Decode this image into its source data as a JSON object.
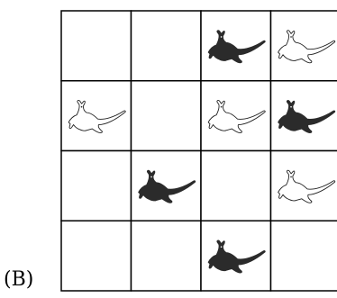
{
  "figure_label": "(B)",
  "grid": {
    "rows": 4,
    "cols": 4,
    "cells": [
      [
        "empty",
        "empty",
        "black-kangaroo",
        "white-kangaroo"
      ],
      [
        "white-kangaroo",
        "empty",
        "white-kangaroo",
        "black-kangaroo"
      ],
      [
        "empty",
        "black-kangaroo",
        "empty",
        "white-kangaroo"
      ],
      [
        "empty",
        "empty",
        "black-kangaroo",
        "empty"
      ]
    ]
  },
  "colors": {
    "black_kangaroo": "#2b2b2b",
    "white_kangaroo": "#ffffff",
    "outline": "#222222",
    "grid_line": "#000000"
  }
}
